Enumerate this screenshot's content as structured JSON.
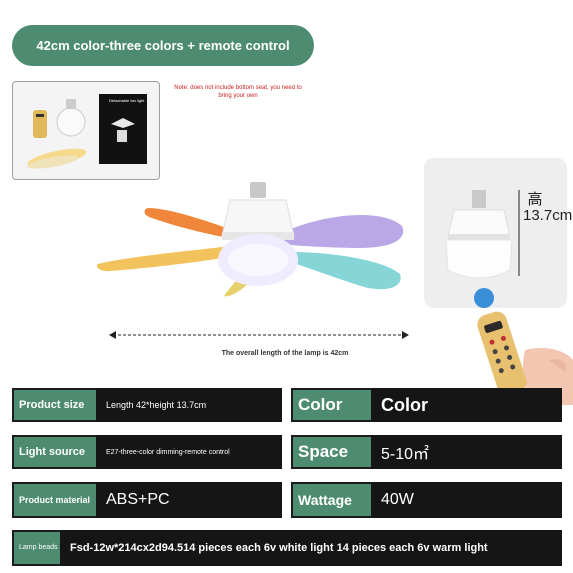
{
  "header": {
    "title": "42cm color-three colors + remote control"
  },
  "note": {
    "text": "Note: does not include bottom seat, you need to bring your own"
  },
  "package": {
    "box_text": "Detachable fan light"
  },
  "dimensions": {
    "height_label": "高13.7cm",
    "length_note": "The overall length of the lamp is 42cm"
  },
  "specs": {
    "product_size": {
      "label": "Product size",
      "value": "Length 42*height 13.7cm"
    },
    "color": {
      "label": "Color",
      "value": "Color"
    },
    "light_source": {
      "label": "Light source",
      "value": "E27-three-color dimming-remote control"
    },
    "space": {
      "label": "Space",
      "value": "5-10㎡"
    },
    "product_material": {
      "label": "Product material",
      "value": "ABS+PC"
    },
    "wattage": {
      "label": "Wattage",
      "value": "40W"
    },
    "lamp_beads": {
      "label": "Lamp beads",
      "value": "Fsd-12w*214cx2d94.514 pieces each 6v white light 14 pieces each 6v warm light"
    }
  },
  "colors": {
    "accent": "#4e8c72",
    "dark": "#151515",
    "blade_orange": "#f0863a",
    "blade_yellow": "#f2c35c",
    "blade_purple": "#b9a7e8",
    "blade_cyan": "#86d6d8"
  }
}
